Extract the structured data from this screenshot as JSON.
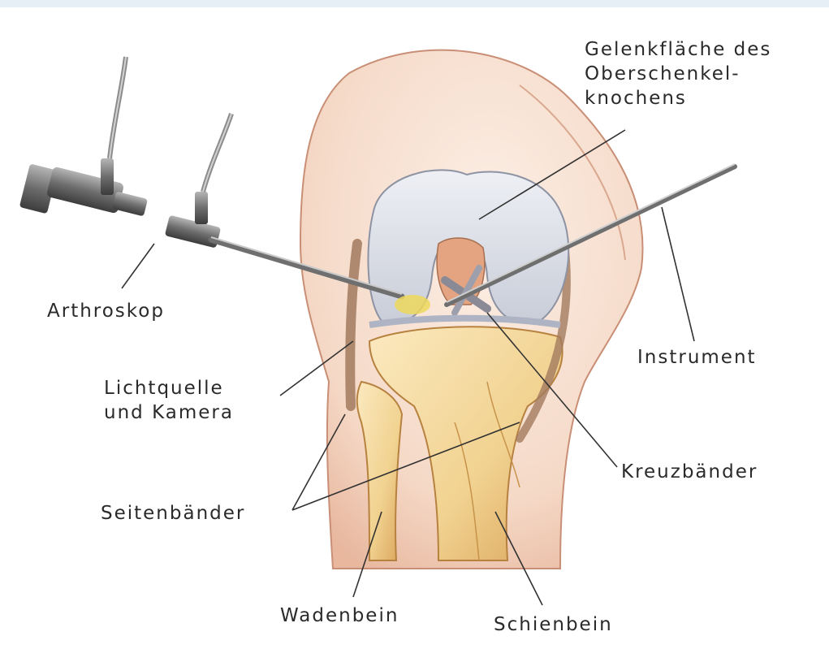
{
  "labels": {
    "femur_surface": [
      "Gelenkfläche des",
      "Oberschenkel-",
      "knochens"
    ],
    "arthroscope": "Arthroskop",
    "instrument": "Instrument",
    "light_camera": [
      "Lichtquelle",
      "und Kamera"
    ],
    "cruciate": "Kreuzbänder",
    "collateral": "Seitenbänder",
    "fibula": "Wadenbein",
    "tibia": "Schienbein"
  },
  "colors": {
    "skin": "#f6dfd0",
    "skin_shadow": "#e9bfa8",
    "bone": "#f3d9a0",
    "bone_shadow": "#d9a85e",
    "cartilage": "#dde0e8",
    "metal": "#8a8a8a",
    "text": "#2a2a2a"
  }
}
